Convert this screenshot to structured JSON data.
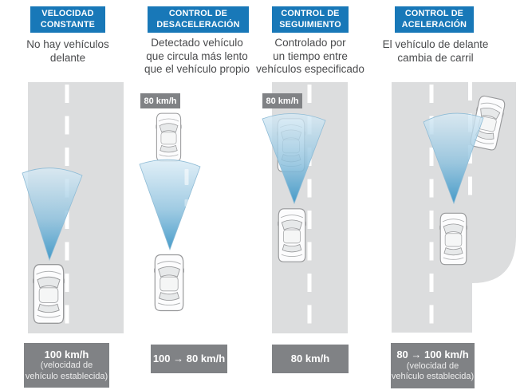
{
  "colors": {
    "header_blue": "#1878b8",
    "label_gray": "#808285",
    "road_gray": "#dcddde",
    "cone_light_blue": "#d7eaf5",
    "cone_dark_blue": "#3e97c7"
  },
  "columns": [
    {
      "header_line1": "VELOCIDAD",
      "header_line2": "CONSTANTE",
      "desc_line1": "No hay vehículos",
      "desc_line2": "delante",
      "desc_line3": "",
      "speed_tag": "",
      "bottom_line1": "100 km/h",
      "bottom_line2": "(velocidad de",
      "bottom_line3": "vehículo establecida)"
    },
    {
      "header_line1": "CONTROL DE",
      "header_line2": "DESACELERACIÓN",
      "desc_line1": "Detectado vehículo",
      "desc_line2": "que circula más lento",
      "desc_line3": "que el vehículo propio",
      "speed_tag": "80 km/h",
      "bottom_line1": "100 → 80 km/h",
      "bottom_line2": "",
      "bottom_line3": ""
    },
    {
      "header_line1": "CONTROL DE",
      "header_line2": "SEGUIMIENTO",
      "desc_line1": "Controlado por",
      "desc_line2": "un tiempo entre",
      "desc_line3": "vehículos especificado",
      "speed_tag": "80 km/h",
      "bottom_line1": "80 km/h",
      "bottom_line2": "",
      "bottom_line3": ""
    },
    {
      "header_line1": "CONTROL DE",
      "header_line2": "ACELERACIÓN",
      "desc_line1": "El vehículo de delante",
      "desc_line2": "cambia de carril",
      "desc_line3": "",
      "speed_tag": "",
      "bottom_line1": "80 → 100 km/h",
      "bottom_line2": "(velocidad de",
      "bottom_line3": "vehículo establecida)"
    }
  ]
}
